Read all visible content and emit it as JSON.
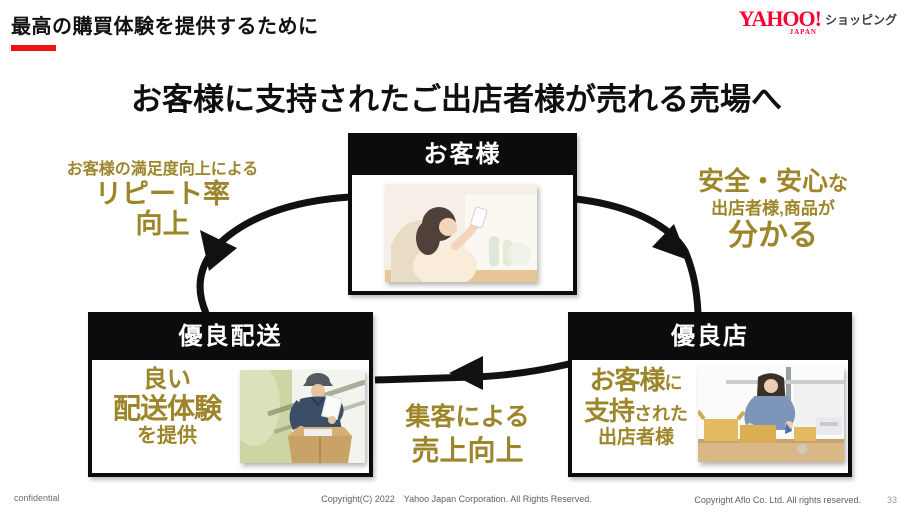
{
  "slide": {
    "headline": "最高の購買体験を提供するために",
    "title": "お客様に支持されたご出店者様が売れる売場へ",
    "logo": {
      "yahoo": "YAHOO!",
      "japan": "JAPAN",
      "service": "ショッピング"
    },
    "footer": {
      "confidential": "confidential",
      "copyright_center": "Copyright(C) 2022　Yahoo Japan Corporation. All Rights Reserved.",
      "copyright_right": "Copyright Aflo Co. Ltd. All rights reserved.",
      "page": "33"
    }
  },
  "diagram": {
    "customer_box": {
      "header": "お客様",
      "photo": "woman-relaxing-using-smartphone"
    },
    "delivery_box": {
      "header": "優良配送",
      "line1": "良い",
      "line2": "配送体験",
      "line3": "を提供",
      "photo": "delivery-person-holding-invoice-over-box"
    },
    "store_box": {
      "header": "優良店",
      "line1_big": "お客様",
      "line1_small": "に",
      "line2_big": "支持",
      "line2_small": "された",
      "line3": "出店者様",
      "photo": "seller-packing-cardboard-boxes"
    },
    "left_label": {
      "small": "お客様の満足度向上による",
      "big1": "リピート率",
      "big2": "向上"
    },
    "right_label": {
      "big1": "安全・安心",
      "small1": "な",
      "small2": "出店者様,商品が",
      "big2": "分かる"
    },
    "bottom_label": {
      "line1": "集客による",
      "line2": "売上向上"
    }
  },
  "colors": {
    "gold_text": "#9d8529",
    "accent_red": "#ee1414",
    "yahoo_red": "#ff0033",
    "box_black": "#0c0c0c",
    "footer_gray": "#5f5f5f"
  }
}
